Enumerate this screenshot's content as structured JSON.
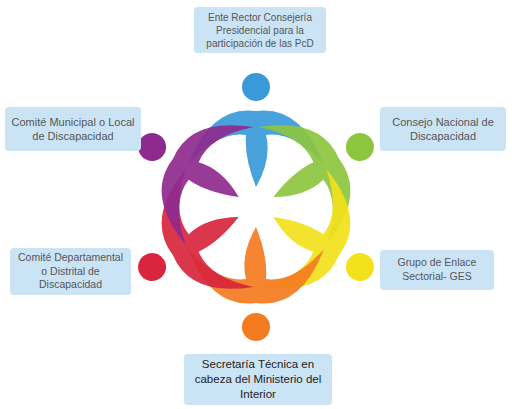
{
  "diagram": {
    "nodes": [
      {
        "text": [
          "Ente Rector Consejería Presidencial para la participación de las PcD"
        ]
      },
      {
        "text": [
          "Comité Municipal o Local de Discapacidad"
        ]
      },
      {
        "text": [
          "Consejo Nacional de Discapacidad"
        ]
      },
      {
        "text": [
          "Comité Departamental o Distrital de Discapacidad"
        ]
      },
      {
        "text": [
          "Grupo de Enlace Sectorial- GES"
        ]
      },
      {
        "text": [
          "Secretaría Técnica en cabeza del Ministerio del Interior"
        ]
      }
    ]
  }
}
